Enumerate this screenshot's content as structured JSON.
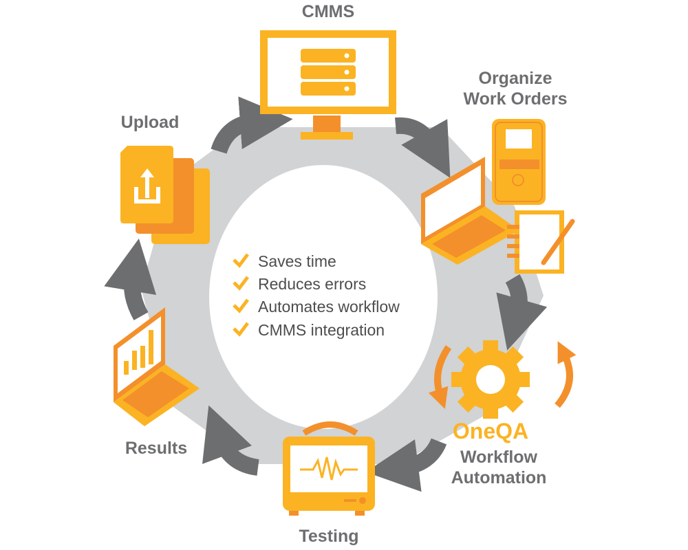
{
  "stages": {
    "cmms": "CMMS",
    "organize_line1": "Organize",
    "organize_line2": "Work Orders",
    "workflow_brand": "OneQA",
    "workflow_line1": "Workflow",
    "workflow_line2": "Automation",
    "testing": "Testing",
    "results": "Results",
    "upload": "Upload"
  },
  "benefits": [
    "Saves time",
    "Reduces errors",
    "Automates workflow",
    "CMMS integration"
  ],
  "colors": {
    "yellow": "#fbb323",
    "orange": "#f3902b",
    "gray_ring": "#d1d3d4",
    "arrow_gray": "#6d6e70",
    "text_gray": "#6d6e70"
  }
}
